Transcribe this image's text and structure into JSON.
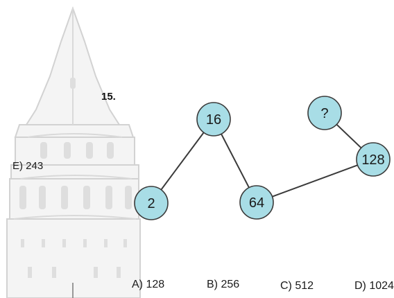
{
  "question": {
    "number": "15.",
    "nodes": [
      {
        "id": "n2",
        "label": "2"
      },
      {
        "id": "n16",
        "label": "16"
      },
      {
        "id": "n64",
        "label": "64"
      },
      {
        "id": "n128",
        "label": "128"
      },
      {
        "id": "nq",
        "label": "?"
      }
    ],
    "edges": [
      [
        "n2",
        "n16"
      ],
      [
        "n16",
        "n64"
      ],
      [
        "n64",
        "n128"
      ],
      [
        "n128",
        "nq"
      ]
    ]
  },
  "options": {
    "a": "A) 128",
    "b": "B) 256",
    "c": "C) 512",
    "d": "D) 1024",
    "e": "E) 243"
  },
  "colors": {
    "node_fill": "#a8dde6",
    "node_stroke": "#3a3a3a",
    "edge": "#3a3a3a",
    "tower_line": "#d4d4d4",
    "tower_fill": "#f3f3f3"
  }
}
